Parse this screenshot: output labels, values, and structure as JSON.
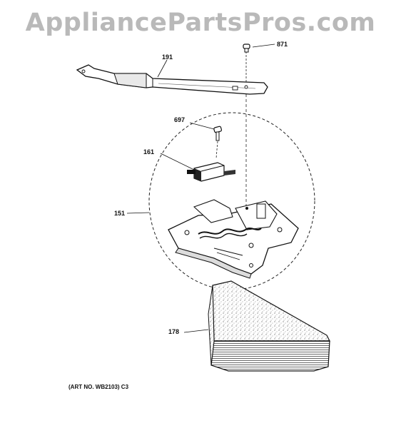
{
  "watermark": "AppliancePartsPros.com",
  "callouts": {
    "c871": "871",
    "c191": "191",
    "c697": "697",
    "c161": "161",
    "c151": "151",
    "c178": "178"
  },
  "art_number": "(ART NO. WB2103) C3"
}
